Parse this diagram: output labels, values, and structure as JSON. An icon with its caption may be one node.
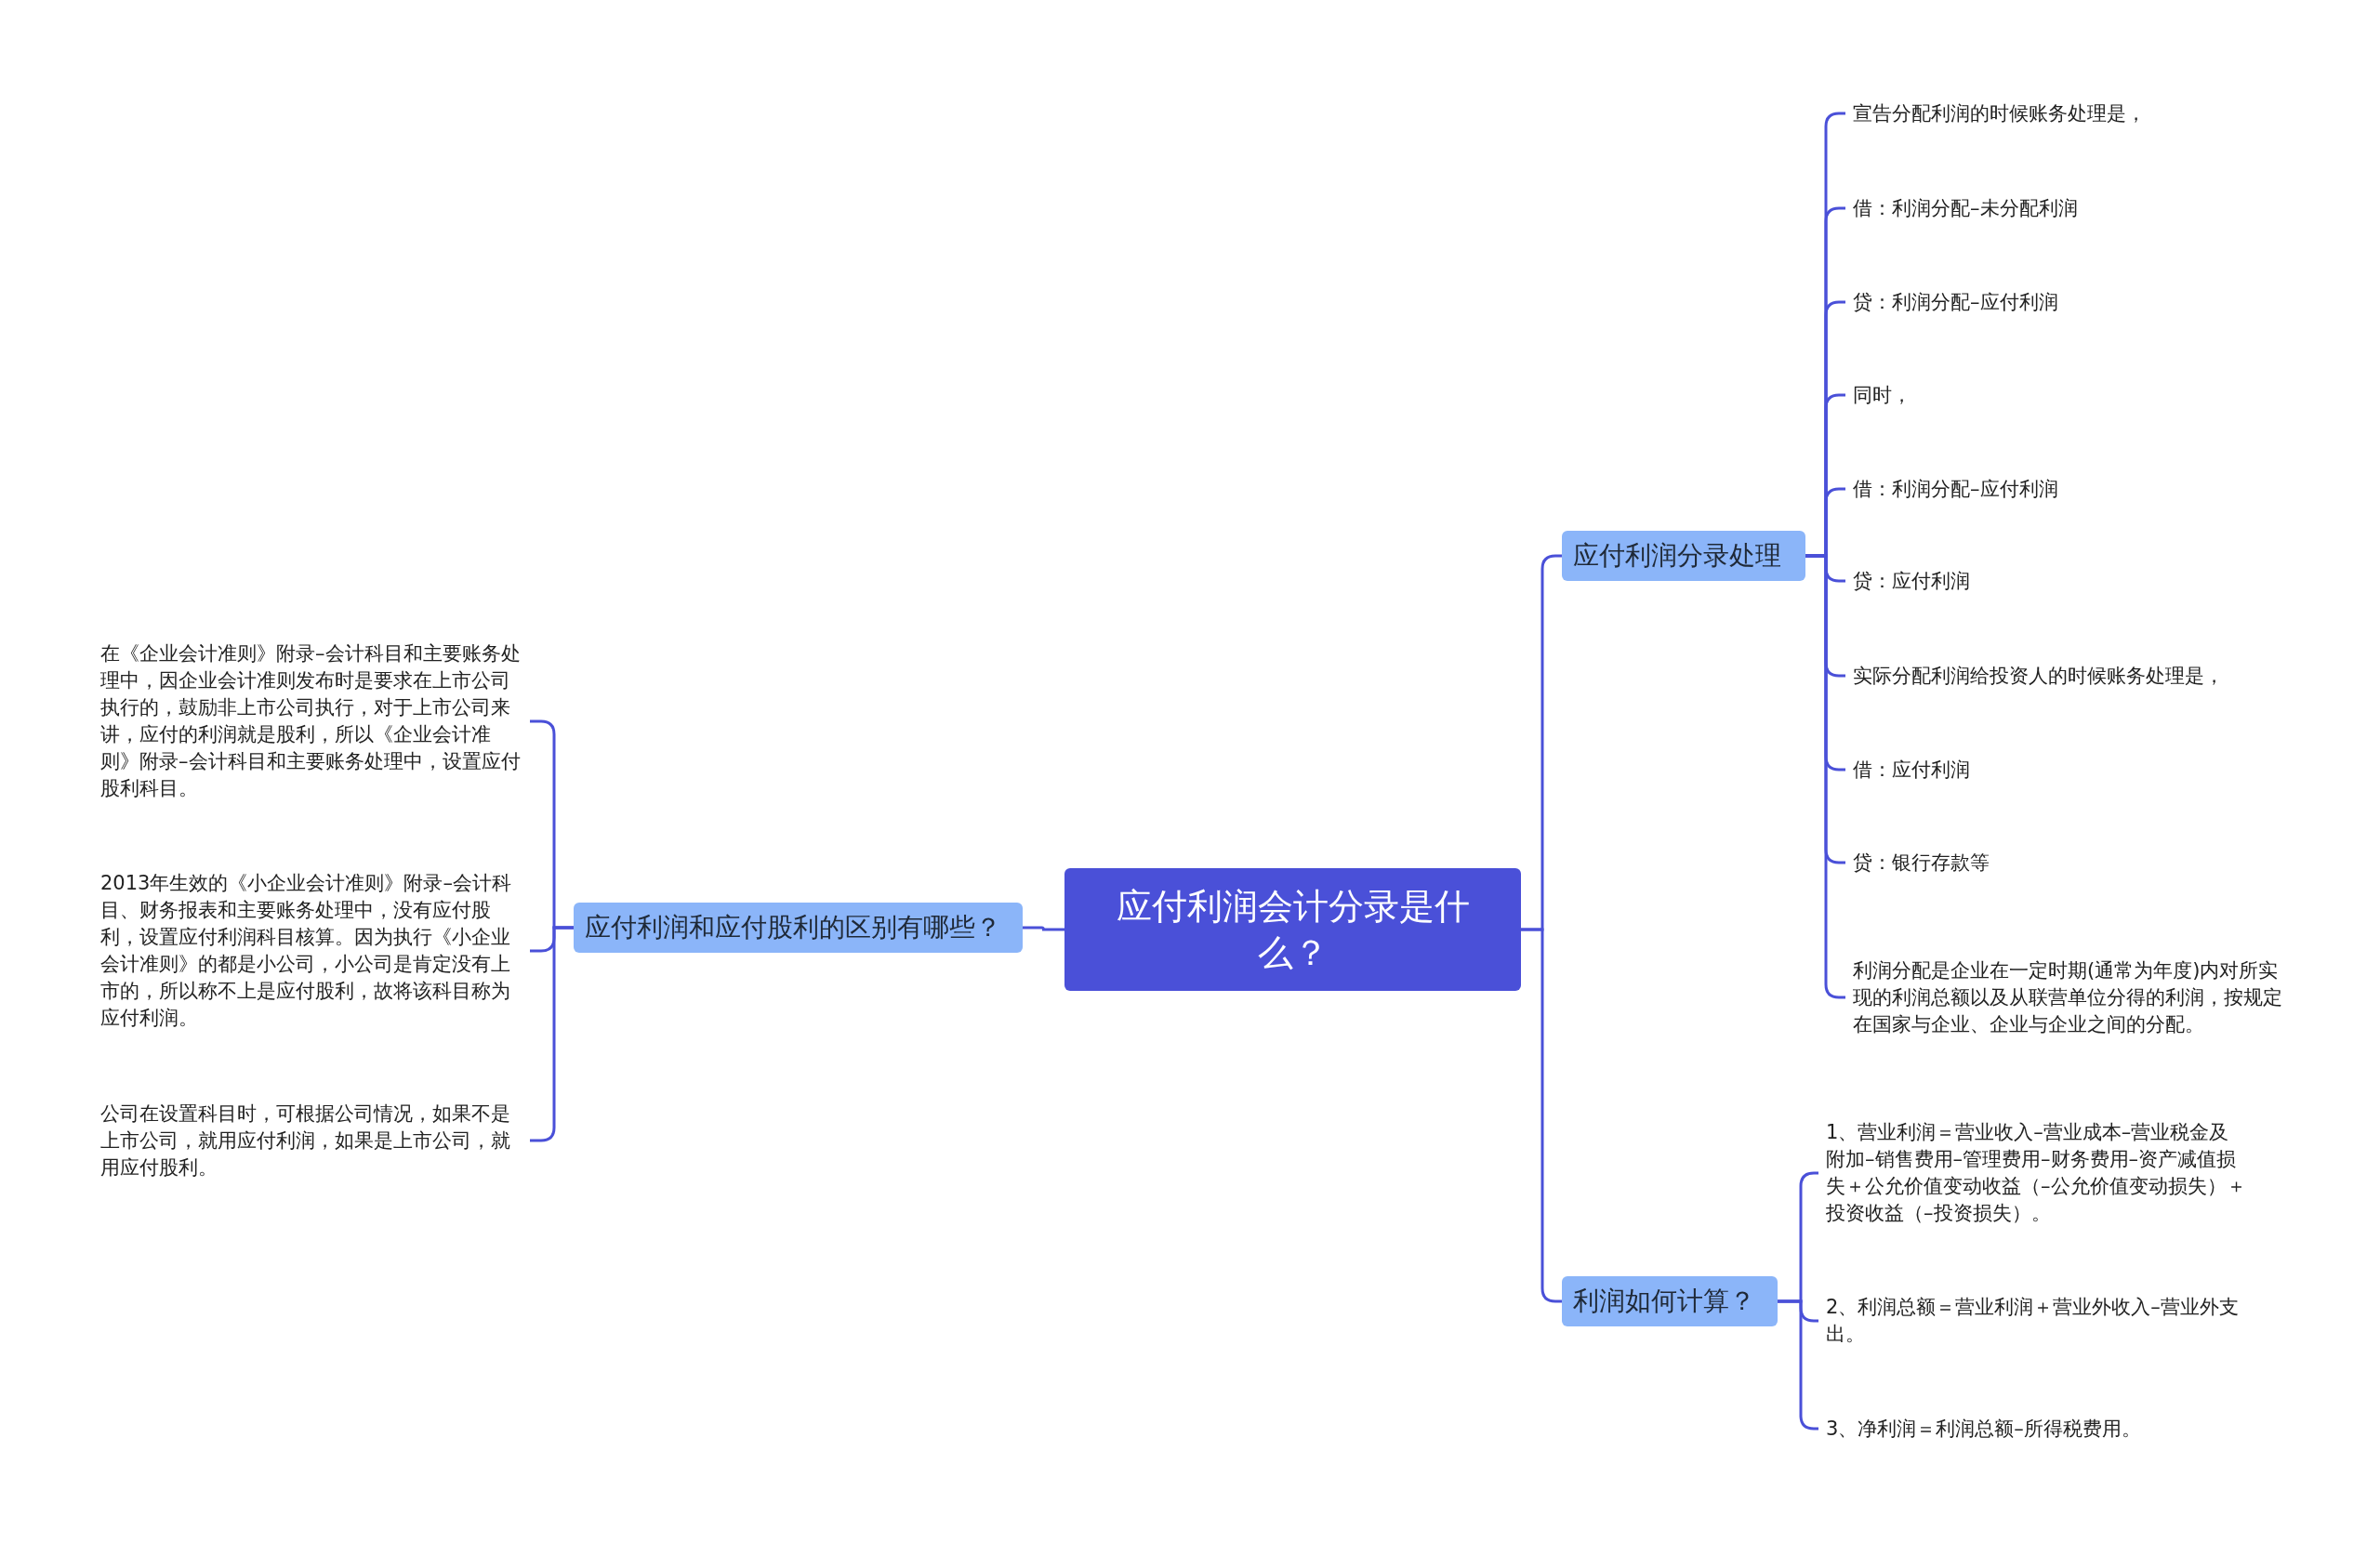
{
  "diagram": {
    "nodes": [
      {
        "text": [
          "应付利润会计分录是什么？"
        ]
      },
      {
        "text": [
          "应付利润和应付股利的区别有哪些？"
        ]
      },
      {
        "text": [
          "在《企业会计准则》附录–会计科目和主要账务处理中，因企业会计准则发布时是要求在上市公司执行的，鼓励非上市公司执行，对于上市公司来讲，应付的利润就是股利，所以《企业会计准则》附录–会计科目和主要账务处理中，设置应付股利科目。"
        ]
      },
      {
        "text": [
          "2013年生效的《小企业会计准则》附录–会计科目、财务报表和主要账务处理中，没有应付股利，设置应付利润科目核算。因为执行《小企业会计准则》的都是小公司，小公司是肯定没有上市的，所以称不上是应付股利，故将该科目称为应付利润。"
        ]
      },
      {
        "text": [
          "公司在设置科目时，可根据公司情况，如果不是上市公司，就用应付利润，如果是上市公司，就用应付股利。"
        ]
      },
      {
        "text": [
          "应付利润分录处理"
        ]
      },
      {
        "text": [
          "宣告分配利润的时候账务处理是，"
        ]
      },
      {
        "text": [
          "借：利润分配–未分配利润"
        ]
      },
      {
        "text": [
          "贷：利润分配–应付利润"
        ]
      },
      {
        "text": [
          "同时，"
        ]
      },
      {
        "text": [
          "借：利润分配–应付利润"
        ]
      },
      {
        "text": [
          "贷：应付利润"
        ]
      },
      {
        "text": [
          "实际分配利润给投资人的时候账务处理是，"
        ]
      },
      {
        "text": [
          "借：应付利润"
        ]
      },
      {
        "text": [
          "贷：银行存款等"
        ]
      },
      {
        "text": [
          "利润分配是企业在一定时期(通常为年度)内对所实现的利润总额以及从联营单位分得的利润，按规定在国家与企业、企业与企业之间的分配。"
        ]
      },
      {
        "text": [
          "利润如何计算？"
        ]
      },
      {
        "text": [
          "1、营业利润＝营业收入–营业成本–营业税金及附加–销售费用–管理费用–财务费用–资产减值损失＋公允价值变动收益（–公允价值变动损失）＋投资收益（–投资损失）。"
        ]
      },
      {
        "text": [
          "2、利润总额＝营业利润＋营业外收入–营业外支出。"
        ]
      },
      {
        "text": [
          "3、净利润＝利润总额–所得税费用。"
        ]
      }
    ],
    "edges": [
      {
        "from": 0,
        "to": 1,
        "arrow": "none"
      },
      {
        "from": 1,
        "to": 2,
        "arrow": "none"
      },
      {
        "from": 1,
        "to": 3,
        "arrow": "none"
      },
      {
        "from": 1,
        "to": 4,
        "arrow": "none"
      },
      {
        "from": 0,
        "to": 5,
        "arrow": "none"
      },
      {
        "from": 5,
        "to": 6,
        "arrow": "none"
      },
      {
        "from": 5,
        "to": 7,
        "arrow": "none"
      },
      {
        "from": 5,
        "to": 8,
        "arrow": "none"
      },
      {
        "from": 5,
        "to": 9,
        "arrow": "none"
      },
      {
        "from": 5,
        "to": 10,
        "arrow": "none"
      },
      {
        "from": 5,
        "to": 11,
        "arrow": "none"
      },
      {
        "from": 5,
        "to": 12,
        "arrow": "none"
      },
      {
        "from": 5,
        "to": 13,
        "arrow": "none"
      },
      {
        "from": 5,
        "to": 14,
        "arrow": "none"
      },
      {
        "from": 5,
        "to": 15,
        "arrow": "none"
      },
      {
        "from": 0,
        "to": 16,
        "arrow": "none"
      },
      {
        "from": 16,
        "to": 17,
        "arrow": "none"
      },
      {
        "from": 16,
        "to": 18,
        "arrow": "none"
      },
      {
        "from": 16,
        "to": 19,
        "arrow": "none"
      }
    ]
  }
}
